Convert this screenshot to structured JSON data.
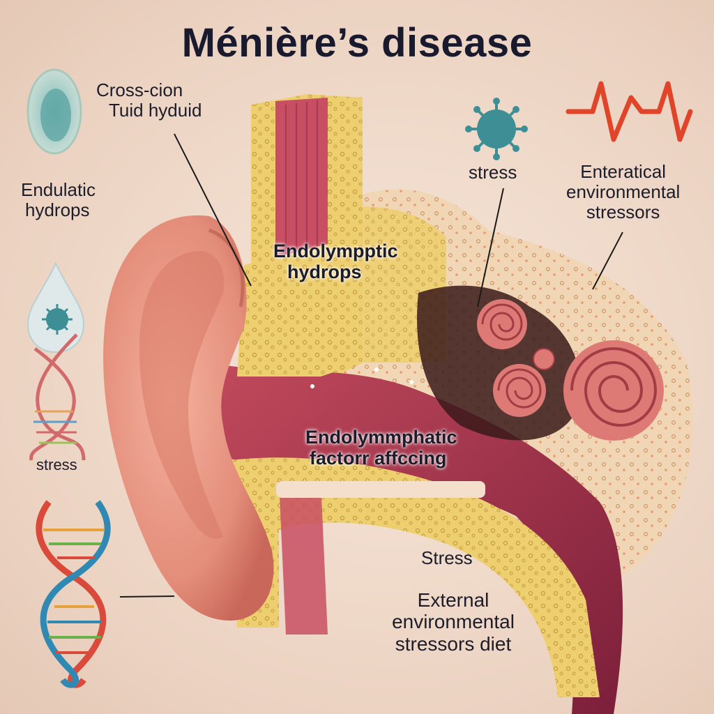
{
  "title": "Ménière’s disease",
  "labels": {
    "cross_section": [
      "Cross-cion",
      "Tuid hyduid"
    ],
    "endulatic": [
      "Endulatic",
      "hydrops"
    ],
    "stress_left": "stress",
    "endolymphatic_hydrops": [
      "Endolympptic",
      "hydrops"
    ],
    "stress_top": "stress",
    "enteratical": [
      "Enteratical",
      "environmental",
      "stressors"
    ],
    "endolymphatic_factor": [
      "Endolymmphatic",
      "factorr affccing"
    ],
    "stress_bottom": "Stress",
    "external": [
      "External",
      "environmental",
      "stressors diet"
    ]
  },
  "colors": {
    "skin": "#e8917e",
    "bone_yellow": "#e8c34a",
    "canal_red": "#a8354d",
    "cochlea": "#d96b6e",
    "virus": "#3e8f95",
    "heartbeat": "#e0452a"
  },
  "icons": [
    "cell-icon",
    "water-drop-virus-icon",
    "dna-helix-icon",
    "virus-icon",
    "heartbeat-icon"
  ]
}
